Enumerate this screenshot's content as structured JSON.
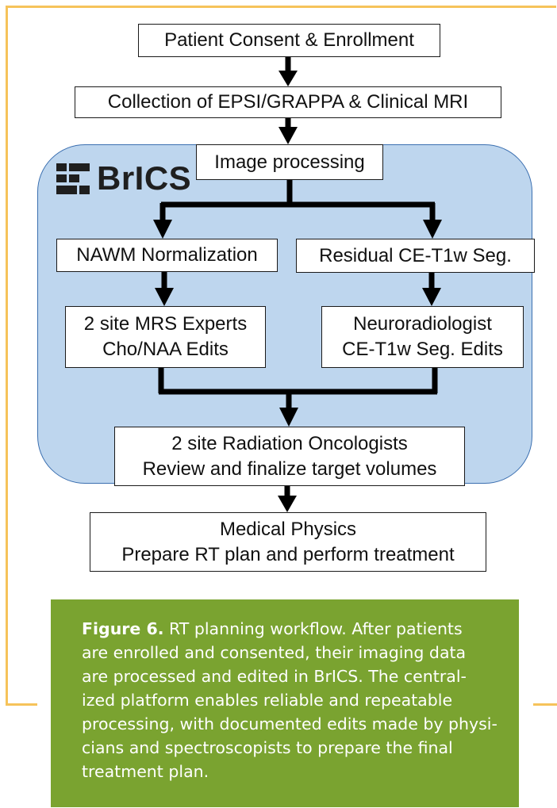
{
  "brand": {
    "name": "BrICS"
  },
  "steps": {
    "consent": "Patient Consent & Enrollment",
    "collection": "Collection of EPSI/GRAPPA & Clinical MRI",
    "processing": "Image processing",
    "nawm": "NAWM Normalization",
    "residual": "Residual CE-T1w Seg.",
    "mrs_line1": "2 site MRS Experts",
    "mrs_line2": "Cho/NAA Edits",
    "neuro_line1": "Neuroradiologist",
    "neuro_line2": "CE-T1w Seg. Edits",
    "onc_line1": "2 site Radiation Oncologists",
    "onc_line2": "Review and finalize target volumes",
    "phys_line1": "Medical Physics",
    "phys_line2": "Prepare RT plan and perform treatment"
  },
  "caption": {
    "label": "Figure 6.",
    "lines": [
      " RT planning workflow. After patients",
      "are enrolled and consented, their imaging data",
      "are processed and edited in BrICS. The central-",
      "ized platform enables reliable and repeatable",
      "processing, with documented edits made by physi-",
      "cians and spectroscopists to prepare the final",
      "treatment plan."
    ]
  },
  "colors": {
    "frame": "#f6c35a",
    "panel_fill": "#bed6ee",
    "panel_border": "#3b6fb0",
    "caption_bg": "#7aa330",
    "arrow": "#000000"
  }
}
